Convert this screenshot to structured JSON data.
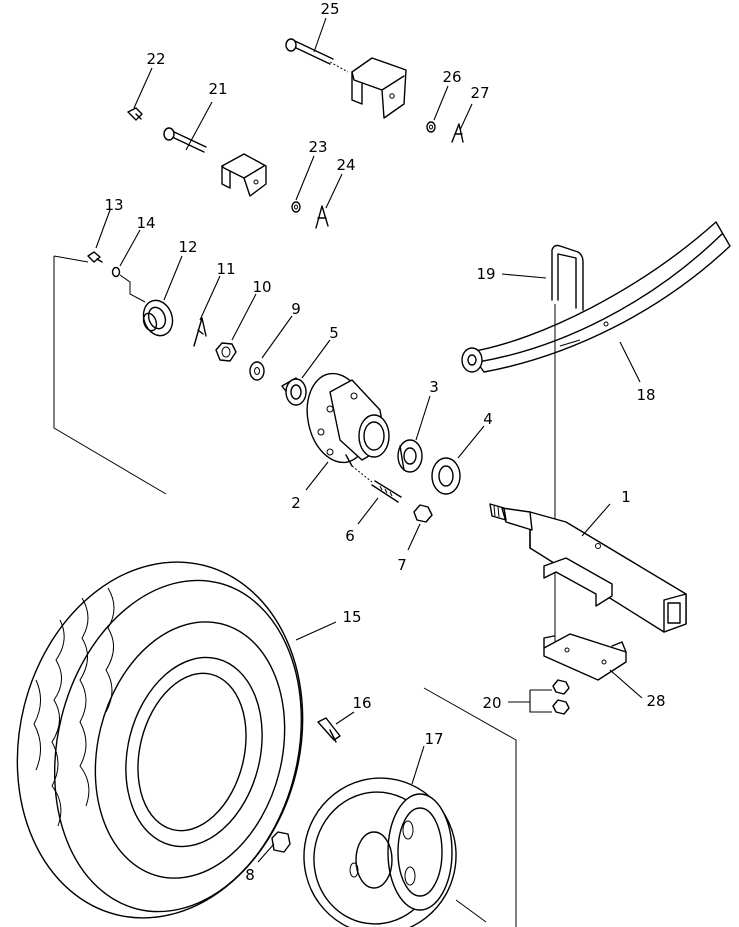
{
  "diagram": {
    "type": "exploded parts diagram",
    "line_color": "#000000",
    "background": "#ffffff",
    "callouts": [
      "1",
      "2",
      "3",
      "4",
      "5",
      "6",
      "7",
      "8",
      "9",
      "10",
      "11",
      "12",
      "13",
      "14",
      "15",
      "16",
      "17",
      "18",
      "19",
      "20",
      "21",
      "22",
      "23",
      "24",
      "25",
      "26",
      "27",
      "28"
    ]
  }
}
